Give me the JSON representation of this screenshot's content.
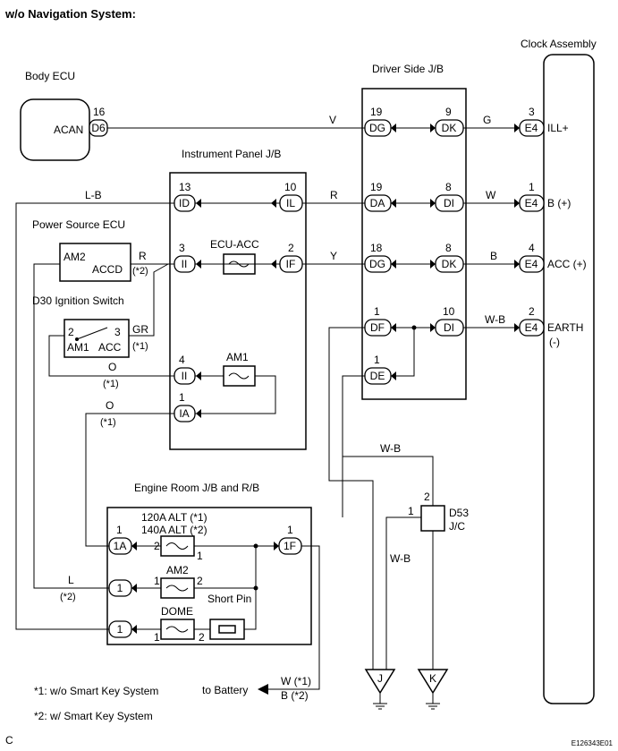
{
  "title": "w/o Navigation System:",
  "components": {
    "clock_assembly": "Clock Assembly",
    "driver_side_jb": "Driver Side J/B",
    "body_ecu": "Body ECU",
    "instrument_panel_jb": "Instrument Panel J/B",
    "power_source_ecu": "Power Source ECU",
    "ignition_switch": "D30 Ignition Switch",
    "engine_room_jb": "Engine Room J/B and R/B",
    "junction_connector_id": "D53",
    "junction_connector_type": "J/C"
  },
  "body_ecu_pin": {
    "pin": "16",
    "conn": "D6",
    "signal": "ACAN"
  },
  "power_source_pins": {
    "am2": "AM2",
    "accd": "ACCD"
  },
  "ignition_pins": {
    "pin_am1": "2",
    "pin_acc": "3",
    "label_am1": "AM1",
    "label_acc": "ACC"
  },
  "ip_jb": {
    "id_pin": "13",
    "id_conn": "ID",
    "il_pin": "10",
    "il_conn": "IL",
    "ii_pin": "3",
    "ii_conn": "II",
    "fuse_ecu_acc": "ECU-ACC",
    "if_pin": "2",
    "if_conn": "IF",
    "ii2_pin": "4",
    "ii2_conn": "II",
    "fuse_am1": "AM1",
    "ia_pin": "1",
    "ia_conn": "IA"
  },
  "dsjb": {
    "dg_pin": "19",
    "dg_conn": "DG",
    "dk_pin": "9",
    "dk_conn": "DK",
    "da_pin": "19",
    "da_conn": "DA",
    "di_pin": "8",
    "di_conn": "DI",
    "dg2_pin": "18",
    "dg2_conn": "DG",
    "dk2_pin": "8",
    "dk2_conn": "DK",
    "df_pin": "1",
    "df_conn": "DF",
    "di2_pin": "10",
    "di2_conn": "DI",
    "de_pin": "1",
    "de_conn": "DE"
  },
  "clock_pins": [
    {
      "pin": "3",
      "conn": "E4",
      "signal": "ILL+"
    },
    {
      "pin": "1",
      "conn": "E4",
      "signal": "B (+)"
    },
    {
      "pin": "4",
      "conn": "E4",
      "signal": "ACC (+)"
    },
    {
      "pin": "2",
      "conn": "E4",
      "signal": "EARTH",
      "sub": "(-)"
    }
  ],
  "wires": {
    "v": "V",
    "g": "G",
    "lb": "L-B",
    "r1": "R",
    "w": "W",
    "r2": "R",
    "r2_note": "(*2)",
    "y": "Y",
    "b": "B",
    "gr": "GR",
    "gr_note": "(*1)",
    "o1": "O",
    "o1_note": "(*1)",
    "o2": "O",
    "o2_note": "(*1)",
    "wb1": "W-B",
    "wb2": "W-B",
    "wb3": "W-B",
    "l": "L",
    "l_note": "(*2)",
    "batt_w": "W (*1)",
    "batt_b": "B (*2)"
  },
  "engine_room": {
    "p1a_pin": "1",
    "p1a_conn": "1A",
    "alt_fuse_1": "120A ALT (*1)",
    "alt_fuse_2": "140A ALT (*2)",
    "alt_in": "2",
    "alt_out": "1",
    "p1f_pin": "1",
    "p1f_conn": "1F",
    "am2_conn": "1",
    "am2_fuse": "AM2",
    "am2_in": "1",
    "am2_out": "2",
    "short_pin": "Short Pin",
    "dome_conn": "1",
    "dome_fuse": "DOME",
    "dome_in": "1",
    "dome_out": "2"
  },
  "jc_pins": {
    "p1": "1",
    "p2": "2"
  },
  "grounds": {
    "j": "J",
    "k": "K"
  },
  "to_battery": "to Battery",
  "notes": [
    "*1: w/o Smart Key System",
    "*2: w/ Smart Key System"
  ],
  "footer_left": "C",
  "footer_right": "E126343E01"
}
